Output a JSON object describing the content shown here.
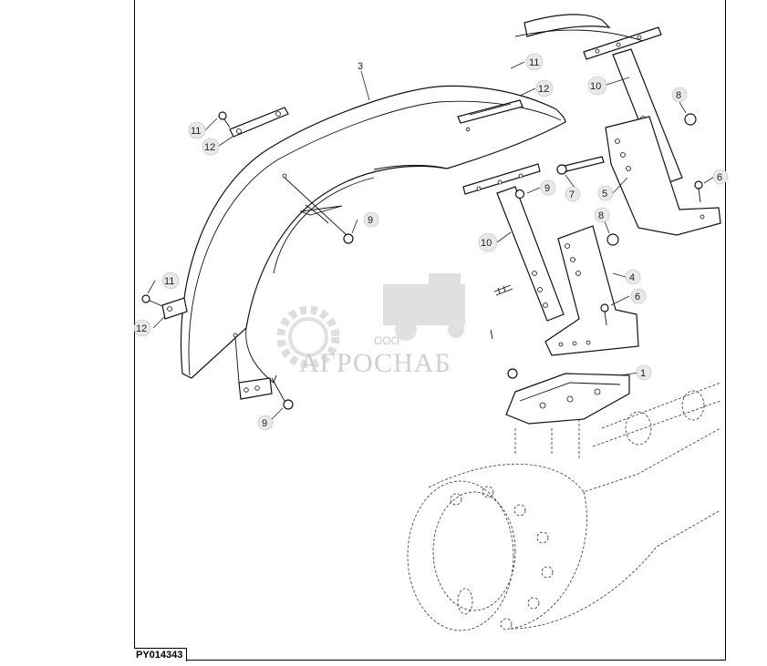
{
  "figure_code": "PY014343",
  "watermark": {
    "small_text": "ООО",
    "brand_text": "АГРОСНАБ"
  },
  "callouts": [
    {
      "id": "c3",
      "label": "3"
    },
    {
      "id": "c11a",
      "label": "11"
    },
    {
      "id": "c12a",
      "label": "12"
    },
    {
      "id": "c11b",
      "label": "11"
    },
    {
      "id": "c12b",
      "label": "12"
    },
    {
      "id": "c10a",
      "label": "10"
    },
    {
      "id": "c8a",
      "label": "8"
    },
    {
      "id": "c7",
      "label": "7"
    },
    {
      "id": "c9a",
      "label": "9"
    },
    {
      "id": "c5",
      "label": "5"
    },
    {
      "id": "c6a",
      "label": "6"
    },
    {
      "id": "c9b",
      "label": "9"
    },
    {
      "id": "c10b",
      "label": "10"
    },
    {
      "id": "c8b",
      "label": "8"
    },
    {
      "id": "c4",
      "label": "4"
    },
    {
      "id": "c6b",
      "label": "6"
    },
    {
      "id": "c11c",
      "label": "11"
    },
    {
      "id": "c12c",
      "label": "12"
    },
    {
      "id": "c1",
      "label": "1"
    },
    {
      "id": "c9c",
      "label": "9"
    }
  ]
}
